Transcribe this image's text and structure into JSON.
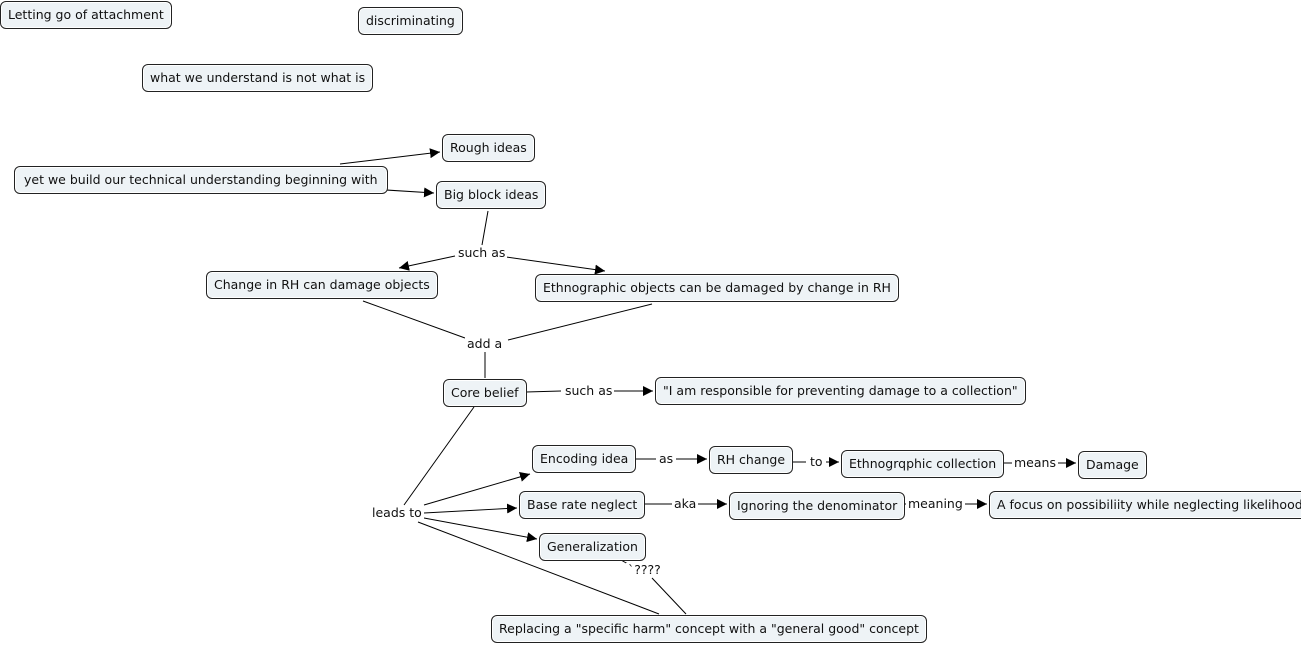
{
  "nodes": {
    "letting_go": "Letting go of attachment",
    "discriminating": "discriminating",
    "understand": "what we understand is not what is",
    "build": "yet we build our technical understanding beginning with",
    "rough": "Rough ideas",
    "bigblock": "Big block ideas",
    "change_rh": "Change in RH can damage objects",
    "ethno_objects": "Ethnographic objects can be damaged by change in RH",
    "core": "Core belief",
    "responsible": "\"I am responsible for preventing damage to a collection\"",
    "encoding": "Encoding idea",
    "rh_change": "RH change",
    "ethno_collection": "Ethnogrqphic collection",
    "damage": "Damage",
    "base_rate": "Base rate neglect",
    "ignoring": "Ignoring the denominator",
    "focus": "A focus on possibiliity while neglecting likelihood",
    "generalization": "Generalization",
    "replacing": "Replacing a \"specific harm\" concept with a \"general good\" concept"
  },
  "links": {
    "such_as_1": "such as",
    "add_a": "add a",
    "such_as_2": "such as",
    "leads_to": "leads to",
    "as": "as",
    "to": "to",
    "means": "means",
    "aka": "aka",
    "meaning": "meaning",
    "qqqq": "`????"
  }
}
